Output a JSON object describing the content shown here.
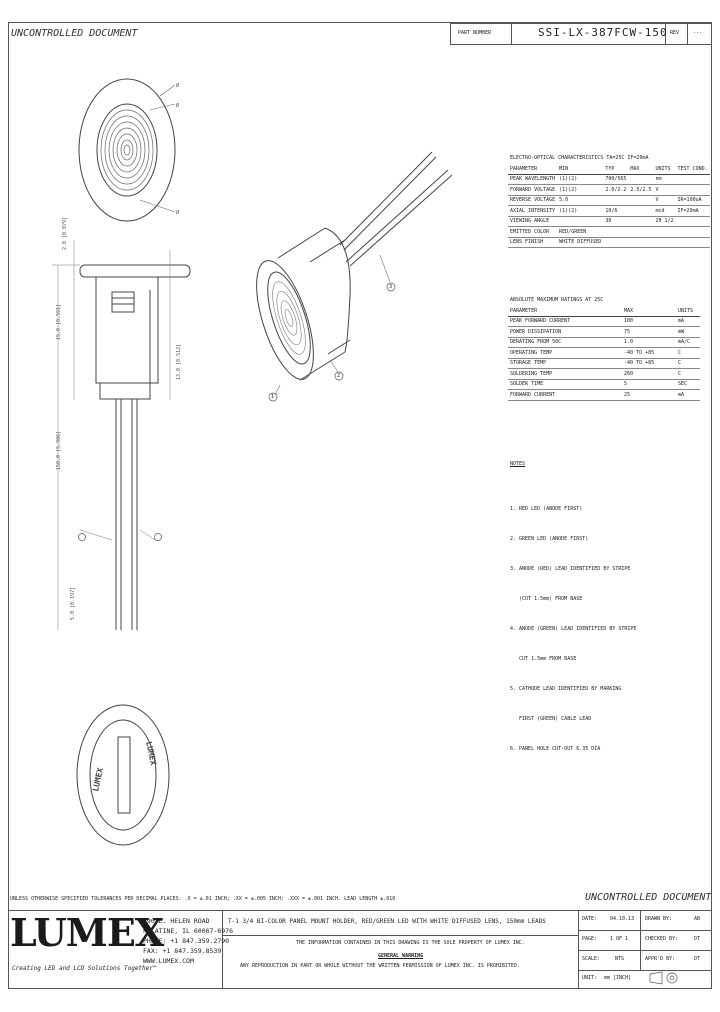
{
  "header": {
    "uncontrolled": "UNCONTROLLED DOCUMENT",
    "part_number_label": "PART NUMBER",
    "part_number": "SSI-LX-387FCW-150",
    "rev_label": "REV",
    "rev": "---"
  },
  "drawing": {
    "callouts": [
      "1",
      "2",
      "3"
    ]
  },
  "electro_table": {
    "title": "ELECTRO-OPTICAL CHARACTERISTICS  TA=25C   IF=20mA",
    "headers": [
      "PARAMETER",
      "MIN",
      "TYP",
      "MAX",
      "UNITS",
      "TEST COND."
    ],
    "rows": [
      [
        "PEAK WAVELENGTH",
        "(1)(2)",
        "700/565",
        "",
        "nm",
        ""
      ],
      [
        "FORWARD VOLTAGE",
        "(1)(2)",
        "2.0/2.2",
        "2.5/2.5",
        "V",
        ""
      ],
      [
        "REVERSE VOLTAGE",
        "5.0",
        "",
        "",
        "V",
        "IR=100uA"
      ],
      [
        "AXIAL INTENSITY",
        "(1)(2)",
        "10/6",
        "",
        "mcd",
        "IF=20mA"
      ],
      [
        "VIEWING ANGLE",
        "",
        "30",
        "",
        "2θ 1/2",
        ""
      ],
      [
        "EMITTED COLOR",
        "RED/GREEN",
        "",
        "",
        "",
        ""
      ],
      [
        "LENS FINISH",
        "WHITE DIFFUSED",
        "",
        "",
        "",
        ""
      ]
    ]
  },
  "absolute_table": {
    "title": "ABSOLUTE MAXIMUM RATINGS AT 25C",
    "headers": [
      "PARAMETER",
      "MAX",
      "UNITS"
    ],
    "rows": [
      [
        "PEAK FORWARD CURRENT",
        "100",
        "mA"
      ],
      [
        "POWER DISSIPATION",
        "75",
        "mW"
      ],
      [
        "DERATING FROM 50C",
        "1.0",
        "mA/C"
      ],
      [
        "OPERATING TEMP",
        "-40 TO +85",
        "C"
      ],
      [
        "STORAGE TEMP",
        "-40 TO +85",
        "C"
      ],
      [
        "SOLDERING TEMP",
        "260",
        "C"
      ],
      [
        "SOLDER TIME",
        "5",
        "SEC"
      ],
      [
        "FORWARD CURRENT",
        "25",
        "mA"
      ]
    ]
  },
  "notes": {
    "title": "NOTES",
    "items": [
      "1. RED LED (ANODE FIRST)",
      "2. GREEN LED (ANODE FIRST)",
      "3. ANODE (RED) LEAD IDENTIFIED BY STRIPE",
      "   (CUT 1.5mm) FROM BASE",
      "4. ANODE (GREEN) LEAD IDENTIFIED BY STRIPE",
      "   CUT 1.5mm FROM BASE",
      "5. CATHODE LEAD IDENTIFIED BY MARKING",
      "   FIRST (GREEN) CABLE LEAD",
      "6. PANEL HOLE CUT-OUT 6.35 DIA"
    ]
  },
  "tolerance_note": "UNLESS OTHERWISE SPECIFIED TOLERANCES PER DECIMAL PLACES: .X = ±.01 INCH; .XX = ±.005 INCH; .XXX = ±.001 INCH.  LEAD LENGTH ±.010",
  "footer_uncontrolled": "UNCONTROLLED DOCUMENT",
  "company": {
    "logo": "LUMEX",
    "tagline": "Creating LED and LCD Solutions Together™",
    "address": [
      "290 E. HELEN ROAD",
      "PALATINE, IL 60067-6976",
      "PHONE: +1 847.359.2790",
      "FAX: +1 847.359.8539",
      "WWW.LUMEX.COM"
    ]
  },
  "title_block": {
    "description": "T-1 3/4 BI-COLOR PANEL MOUNT HOLDER, RED/GREEN LED WITH WHITE DIFFUSED LENS, 150mm LEADS",
    "proprietary": "THE INFORMATION CONTAINED IN THIS DRAWING IS THE SOLE PROPERTY OF LUMEX INC.",
    "warning_title": "GENERAL WARNING",
    "warning_text": "ANY REPRODUCTION IN PART OR WHOLE WITHOUT THE WRITTEN PERMISSION OF LUMEX INC. IS PROHIBITED.",
    "date_label": "DATE:",
    "date": "04.10.13",
    "drawn_label": "DRAWN BY:",
    "drawn": "AB",
    "page_label": "PAGE:",
    "page": "1 OF 1",
    "checked_label": "CHECKED BY:",
    "checked": "DT",
    "scale_label": "SCALE:",
    "scale": "NTS",
    "approved_label": "APPR'D BY:",
    "approved": "DT",
    "unit_label": "UNIT:",
    "unit": "mm [INCH]"
  }
}
